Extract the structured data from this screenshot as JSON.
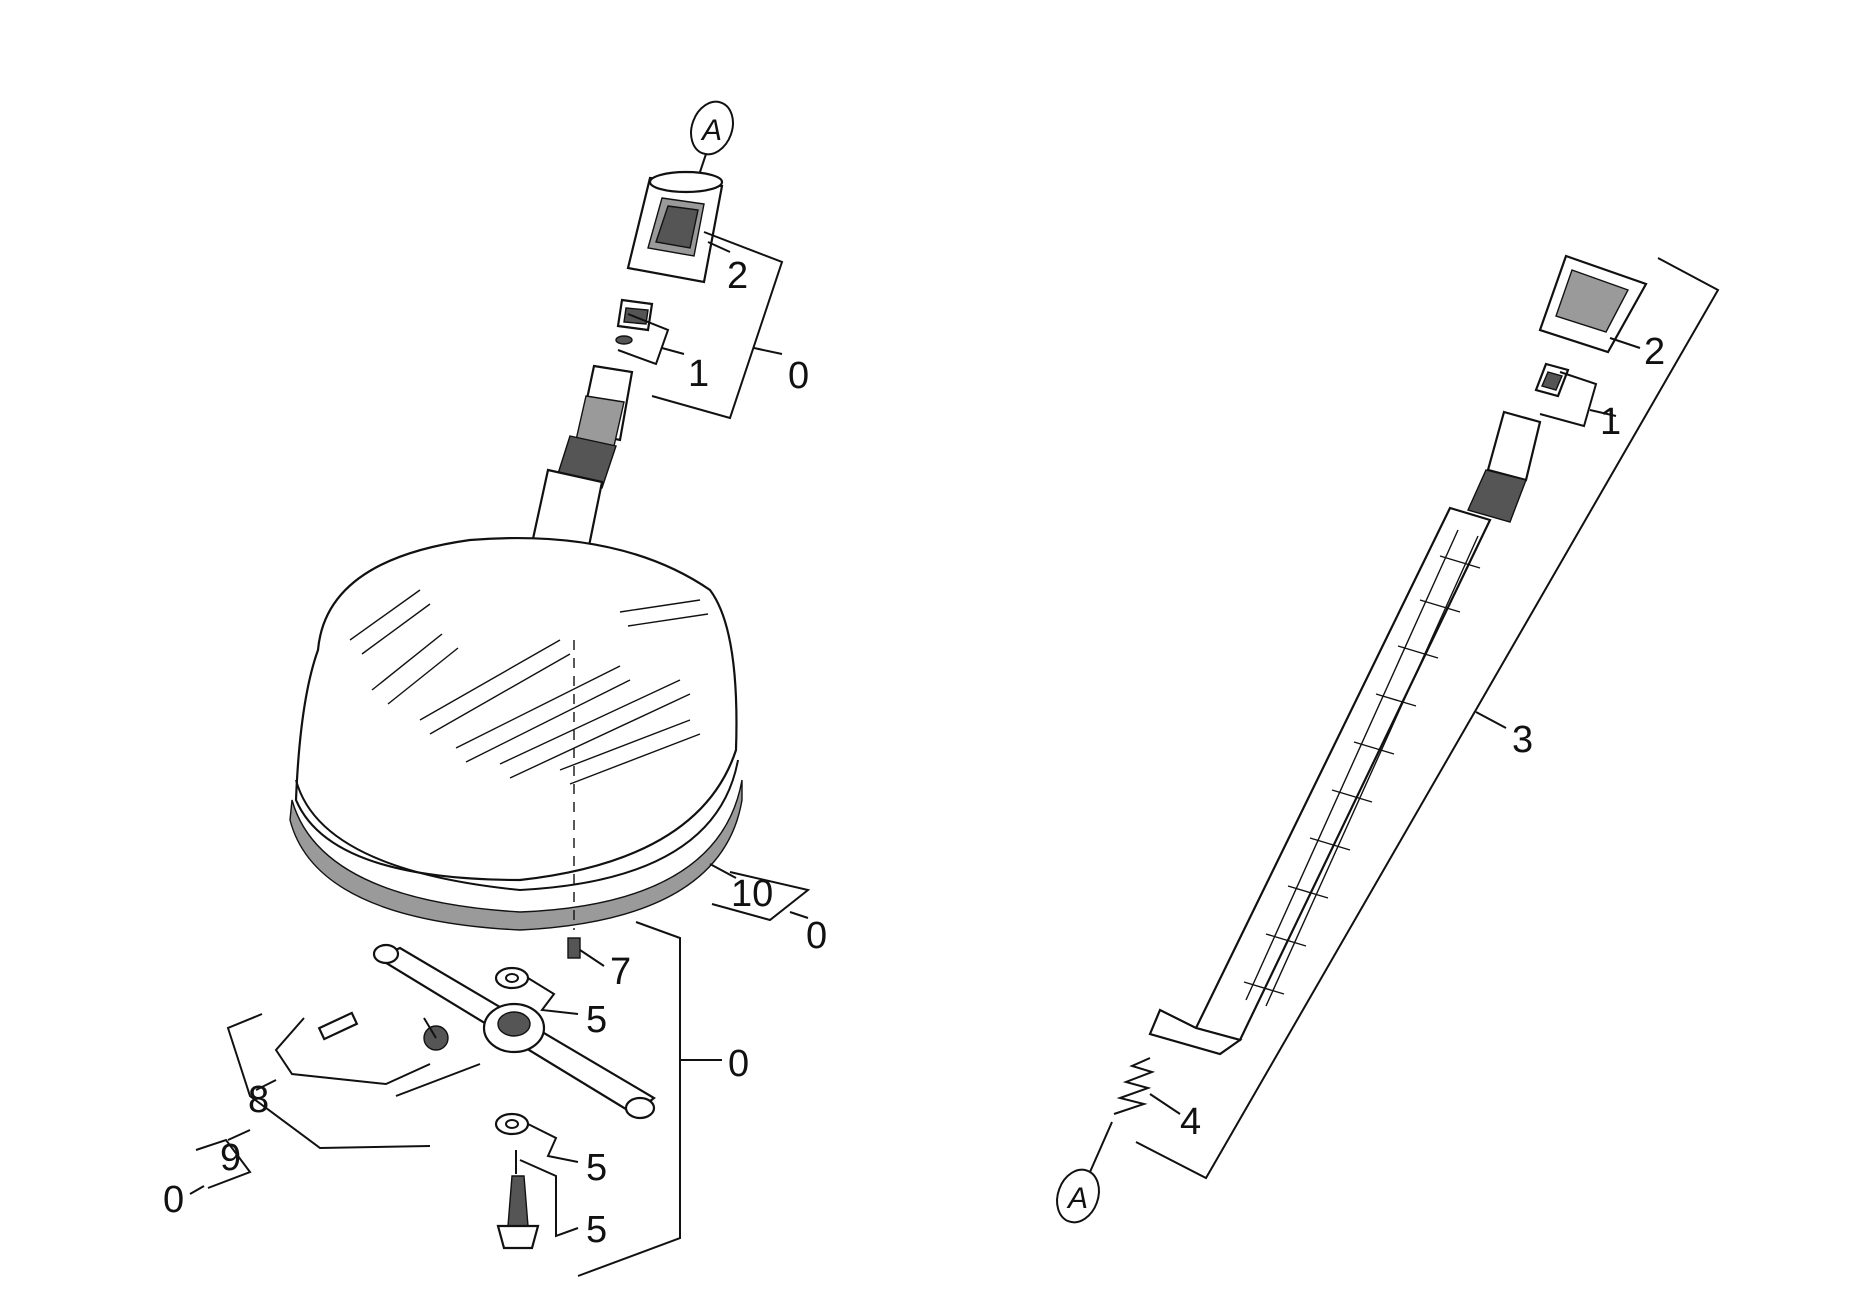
{
  "diagram": {
    "left_assembly": {
      "reference_marker": "A",
      "callouts": {
        "nozzle_cap": "2",
        "nozzle_insert": "1",
        "upper_group": "0",
        "brush_ring": "10",
        "brush_group": "0",
        "screw": "7",
        "washer_upper": "5",
        "lower_group": "0",
        "washer_lower": "5",
        "seal": "5",
        "clip_group": "8",
        "rotor_group": "9",
        "rotor_set": "0"
      }
    },
    "right_assembly": {
      "reference_marker": "A",
      "callouts": {
        "cap": "2",
        "insert": "1",
        "lance": "3",
        "spring": "4"
      }
    }
  }
}
